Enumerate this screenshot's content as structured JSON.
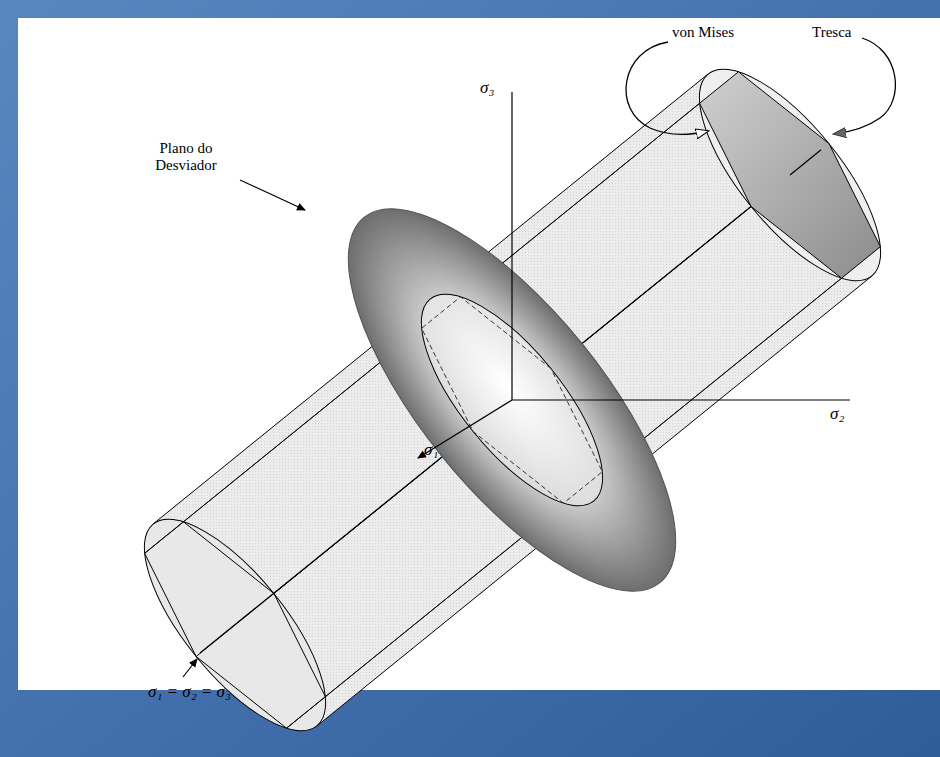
{
  "diagram": {
    "labels": [
      "σ₃",
      "von Mises",
      "Tresca",
      "Plano do Desviador",
      "σ₂",
      "σ₁",
      "σ₁ = σ₂ = σ₃"
    ]
  }
}
